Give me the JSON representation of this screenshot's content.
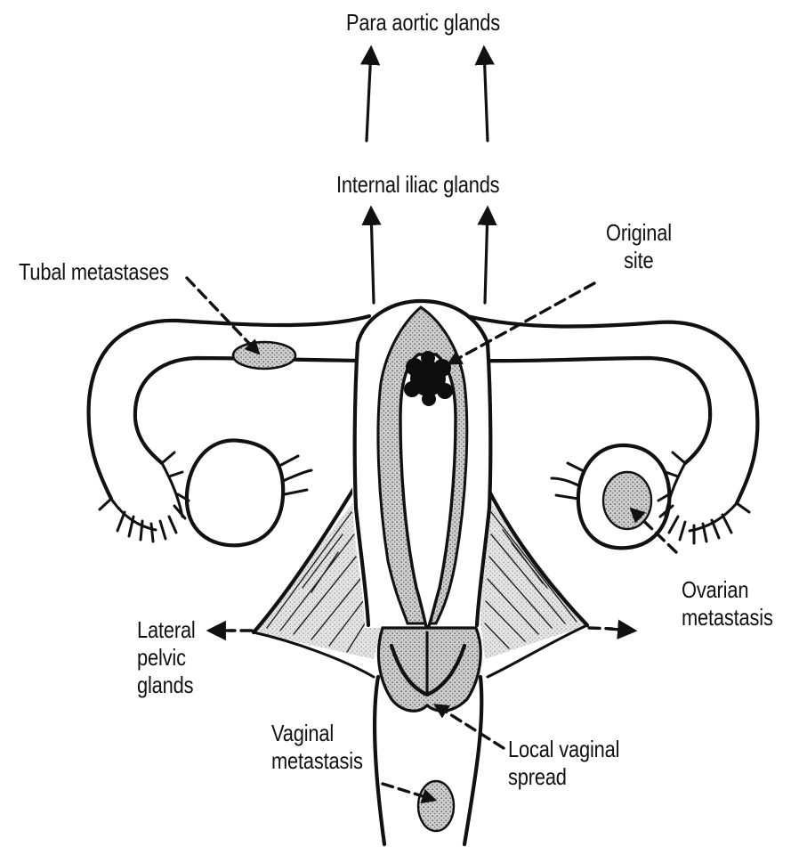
{
  "labels": {
    "para_aortic": "Para aortic glands",
    "internal_iliac": "Internal iliac glands",
    "original_site": [
      "Original",
      "site"
    ],
    "tubal": "Tubal metastases",
    "ovarian": [
      "Ovarian",
      "metastasis"
    ],
    "lateral_pelvic": [
      "Lateral",
      "pelvic",
      "glands"
    ],
    "vaginal_metastasis": [
      "Vaginal",
      "metastasis"
    ],
    "local_vaginal": [
      "Local vaginal",
      "spread"
    ]
  },
  "colors": {
    "ink": "#111111",
    "stipple": "#b9b9b9",
    "tumour": "#0d0d0d",
    "background": "#ffffff"
  }
}
